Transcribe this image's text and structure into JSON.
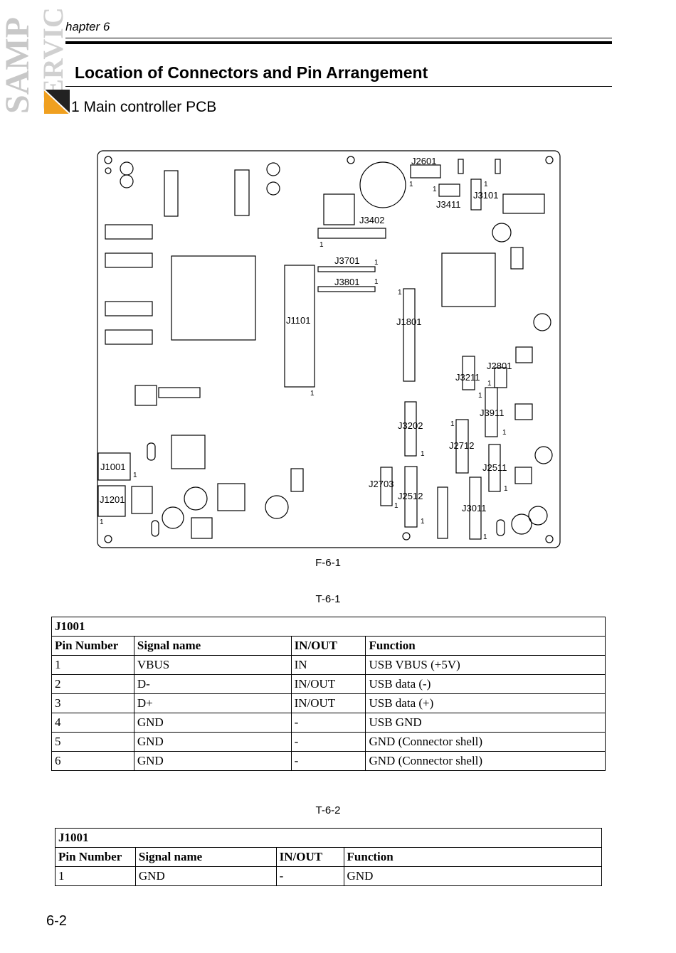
{
  "watermark": {
    "line1": "SAMP",
    "line2": "SERVIC"
  },
  "header": {
    "chapter": "hapter 6"
  },
  "section": {
    "title": "Location of Connectors and Pin Arrangement",
    "subtitle": "1 Main controller PCB"
  },
  "figure": {
    "caption": "F-6-1",
    "connectors": [
      "J2601",
      "J3411",
      "J3101",
      "J3402",
      "J3701",
      "J3801",
      "J1101",
      "J1801",
      "J2801",
      "J3211",
      "J3911",
      "J3202",
      "J2712",
      "J2511",
      "J1001",
      "J1201",
      "J2703",
      "J2512",
      "J3011"
    ],
    "pin1_marker": "1"
  },
  "table1": {
    "caption": "T-6-1",
    "connector": "J1001",
    "headers": [
      "Pin Number",
      "Signal name",
      "IN/OUT",
      "Function"
    ],
    "rows": [
      [
        "1",
        "VBUS",
        "IN",
        "USB VBUS (+5V)"
      ],
      [
        "2",
        "D-",
        "IN/OUT",
        "USB data (-)"
      ],
      [
        "3",
        "D+",
        "IN/OUT",
        "USB data (+)"
      ],
      [
        "4",
        "GND",
        "-",
        "USB GND"
      ],
      [
        "5",
        "GND",
        "-",
        "GND (Connector shell)"
      ],
      [
        "6",
        "GND",
        "-",
        "GND (Connector shell)"
      ]
    ]
  },
  "table2": {
    "caption": "T-6-2",
    "connector": "J1001",
    "headers": [
      "Pin Number",
      "Signal name",
      "IN/OUT",
      "Function"
    ],
    "rows": [
      [
        "1",
        "GND",
        "-",
        "GND"
      ]
    ]
  },
  "footer": {
    "page_number": "6-2"
  }
}
